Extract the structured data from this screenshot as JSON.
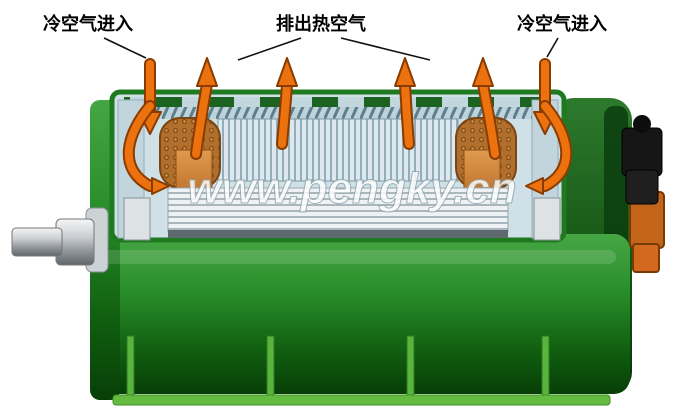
{
  "diagram": {
    "labels": {
      "cold_air_left": "冷空气进入",
      "exhaust_hot_air": "排出热空气",
      "cold_air_right": "冷空气进入"
    },
    "watermark": "www.pengky.cn",
    "colors": {
      "airflow_arrow": "#ec7210",
      "airflow_arrow_outline": "#8a3c00",
      "motor_body_green": "#2a8f2a",
      "base_rail_green": "#63bb3f",
      "copper_winding": "#c0742e",
      "casing_gray_blue": "#c3d5dc"
    }
  }
}
